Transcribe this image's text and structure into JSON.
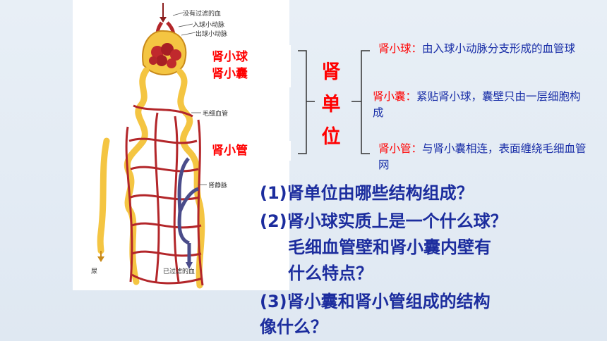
{
  "figure_labels": {
    "unfiltered_blood": "没有过滤的血",
    "afferent_arteriole": "入球小动脉",
    "efferent_arteriole": "出球小动脉",
    "capillary": "毛细血管",
    "renal_vein": "肾静脉",
    "urine": "尿",
    "filtered_blood": "已过滤的血"
  },
  "labels": {
    "glomerulus": "肾小球",
    "capsule": "肾小囊",
    "tubule": "肾小管"
  },
  "main_term": "肾单位",
  "definitions": [
    {
      "term": "肾小球：",
      "text": "由入球小动脉分支形成的血管球"
    },
    {
      "term": "肾小囊：",
      "text": "紧贴肾小球，囊壁只由一层细胞构成"
    },
    {
      "term": "肾小管：",
      "text": "与肾小囊相连，表面缠绕毛细血管网"
    }
  ],
  "questions": {
    "q1": "(1)肾单位由哪些结构组成？",
    "q2a": "(2)肾小球实质上是一个什么球？",
    "q2b": "毛细血管壁和肾小囊内壁有",
    "q2c": "什么特点？",
    "q3a": "(3)肾小囊和肾小管组成的结构",
    "q3b": "像什么？"
  },
  "colors": {
    "accent_red": "#ff0000",
    "text_blue": "#1a2fa8",
    "tubule_yellow": "#f4c542",
    "vessel_red": "#b3262a",
    "vein_blue": "#4a4c8a"
  }
}
